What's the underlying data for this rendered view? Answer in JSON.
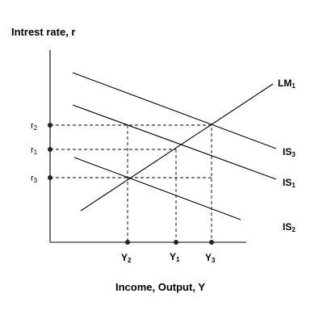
{
  "title": "Intrest rate, r",
  "xlabel": "Income, Output, Y",
  "y_ticks": [
    {
      "base": "r",
      "sub": "2"
    },
    {
      "base": "r",
      "sub": "1"
    },
    {
      "base": "r",
      "sub": "3"
    }
  ],
  "x_ticks": [
    {
      "base": "Y",
      "sub": "2"
    },
    {
      "base": "Y",
      "sub": "1"
    },
    {
      "base": "Y",
      "sub": "3"
    }
  ],
  "curves": {
    "lm1": {
      "base": "LM",
      "sub": "1"
    },
    "is3": {
      "base": "IS",
      "sub": "3"
    },
    "is1": {
      "base": "IS",
      "sub": "1"
    },
    "is2": {
      "base": "IS",
      "sub": "2"
    }
  }
}
